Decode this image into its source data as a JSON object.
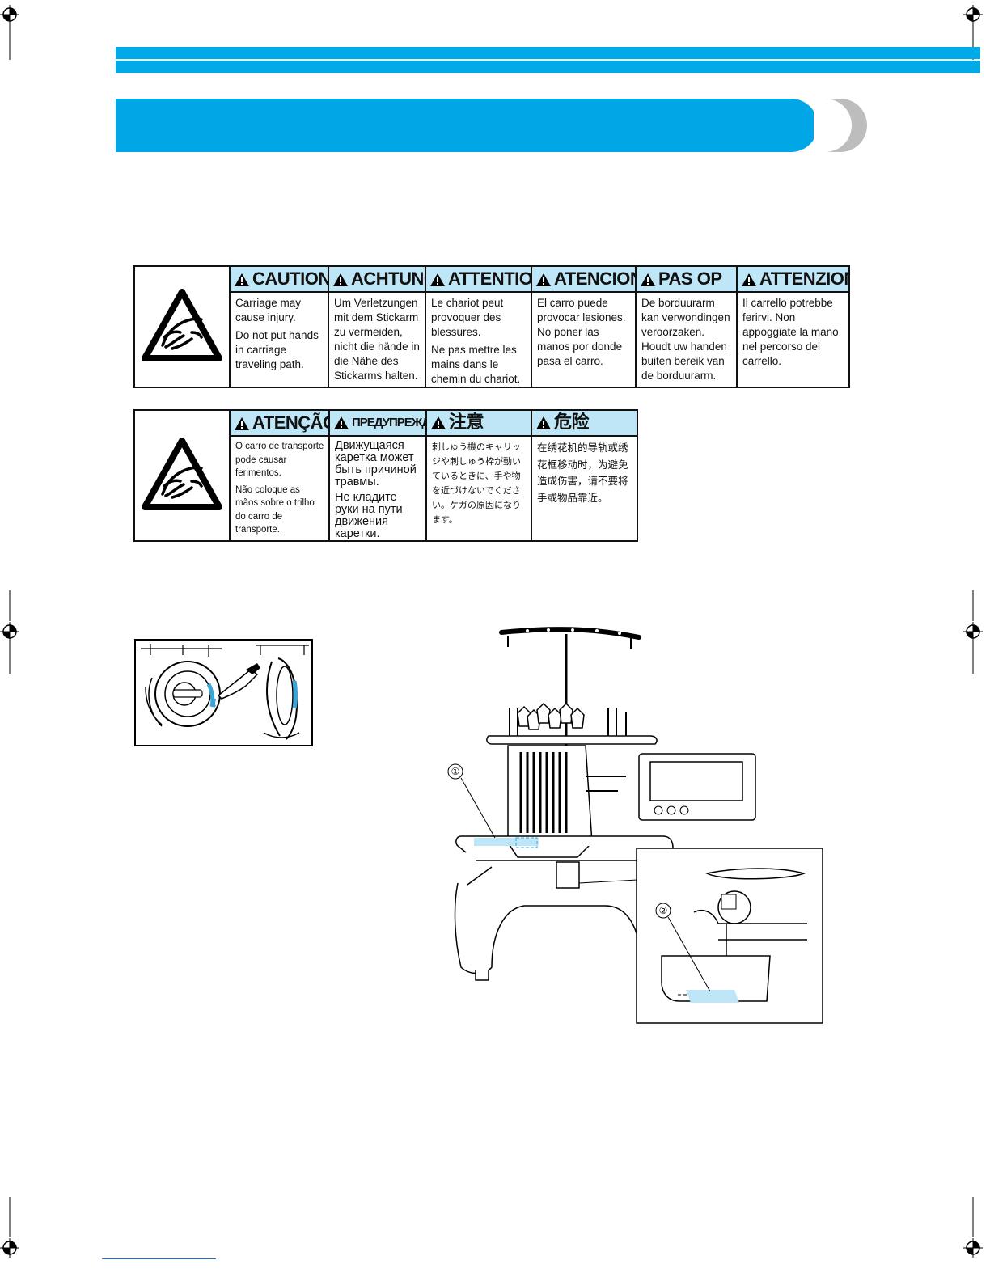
{
  "colors": {
    "accent": "#00a6e6",
    "header_fill": "#bfe6f7",
    "highlight": "#bfe6f7",
    "banner_end": "#bdbdbd"
  },
  "warning_table_1": {
    "icon": "hand-crush-warning-icon",
    "columns": [
      {
        "heading": "CAUTION",
        "text": [
          "Carriage may cause injury.",
          "Do not put hands in carriage traveling path."
        ]
      },
      {
        "heading": "ACHTUNG",
        "text": [
          "Um Verletzungen mit dem Stickarm zu vermeiden, nicht die hände in die Nähe des Stickarms halten."
        ]
      },
      {
        "heading": "ATTENTION",
        "text": [
          "Le chariot peut provoquer des blessures.",
          "Ne pas mettre les mains dans le chemin du chariot."
        ]
      },
      {
        "heading": "ATENCION",
        "text": [
          "El carro puede provocar lesiones. No poner las manos por donde pasa el carro."
        ]
      },
      {
        "heading": "PAS OP",
        "text": [
          "De borduurarm kan verwondingen veroorzaken. Houdt uw handen buiten bereik van de borduurarm."
        ]
      },
      {
        "heading": "ATTENZIONE",
        "text": [
          "Il carrello potrebbe ferirvi. Non appoggiate la mano nel percorso del carrello."
        ]
      }
    ]
  },
  "warning_table_2": {
    "icon": "hand-crush-warning-icon",
    "columns": [
      {
        "heading": "ATENÇÃO",
        "text": [
          "O carro de transporte pode causar ferimentos.",
          "Não coloque as mãos sobre o trilho do carro de transporte."
        ]
      },
      {
        "heading": "ПРЕДУПРЕЖДЕНИЕ",
        "text": [
          "Движущаяся каретка может быть причиной травмы.",
          "Не кладите руки на пути движения каретки."
        ]
      },
      {
        "heading": "注意",
        "text": [
          "刺しゅう機のキャリッジや刺しゅう枠が動いているときに、手や物を近づけないでください。ケガの原因になります。"
        ]
      },
      {
        "heading": "危险",
        "text": [
          "在绣花机的导轨或绣花框移动时，为避免造成伤害，请不要将手或物品靠近。"
        ]
      }
    ]
  },
  "figure_oiling": {
    "icon": "rotary-hook-oiling-illustration"
  },
  "figure_machine": {
    "icon": "embroidery-machine-illustration",
    "callouts": [
      "①",
      "②"
    ]
  }
}
